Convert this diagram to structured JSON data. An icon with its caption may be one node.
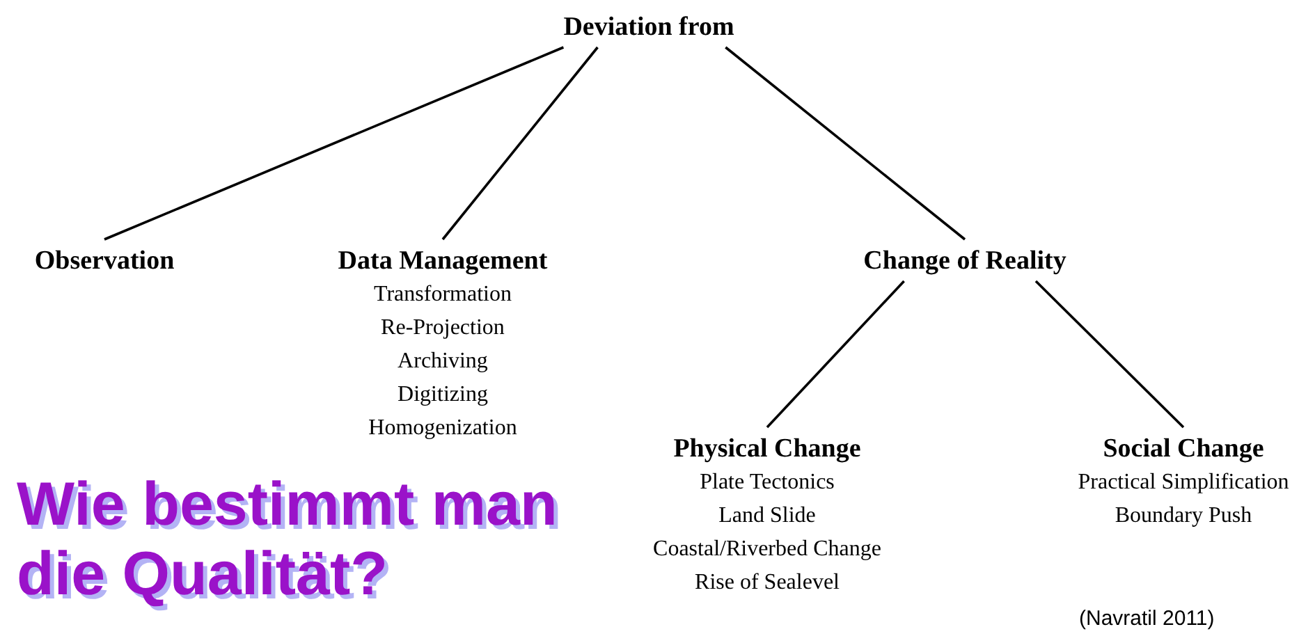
{
  "diagram": {
    "nodes": [
      {
        "text": [
          "Deviation from"
        ]
      },
      {
        "text": [
          "Observation"
        ]
      },
      {
        "text": [
          "Data Management",
          "Transformation",
          "Re-Projection",
          "Archiving",
          "Digitizing",
          "Homogenization"
        ]
      },
      {
        "text": [
          "Change of Reality"
        ]
      },
      {
        "text": [
          "Physical Change",
          "Plate Tectonics",
          "Land Slide",
          "Coastal/Riverbed Change",
          "Rise of Sealevel"
        ]
      },
      {
        "text": [
          "Social Change",
          "Practical Simplification",
          "Boundary Push"
        ]
      }
    ],
    "edges": [
      {
        "from": 0,
        "to": 1,
        "arrow": "none"
      },
      {
        "from": 0,
        "to": 2,
        "arrow": "none"
      },
      {
        "from": 0,
        "to": 3,
        "arrow": "none"
      },
      {
        "from": 3,
        "to": 4,
        "arrow": "none"
      },
      {
        "from": 3,
        "to": 5,
        "arrow": "none"
      }
    ],
    "labels": [
      "Wie bestimmt man die Qualität?",
      "(Navratil 2011)"
    ]
  }
}
